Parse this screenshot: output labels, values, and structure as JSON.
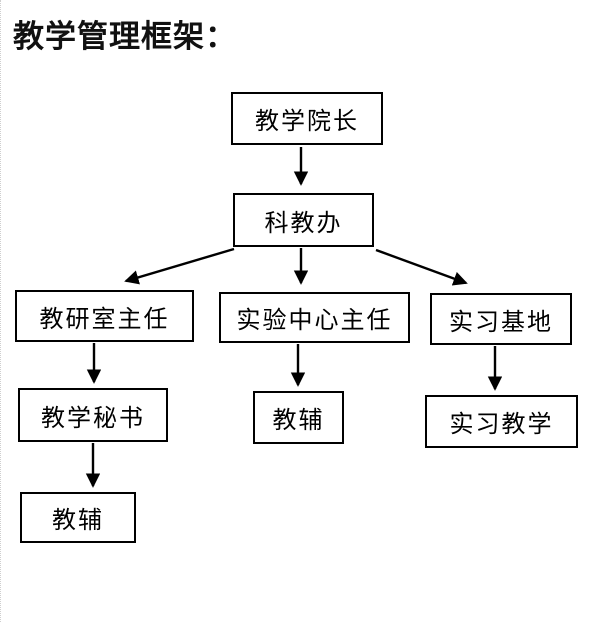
{
  "title": "教学管理框架：",
  "diagram": {
    "type": "org-flowchart",
    "nodes": {
      "dean": {
        "label": "教学院长"
      },
      "science_edu_office": {
        "label": "科教办"
      },
      "teach_research_director": {
        "label": "教研室主任"
      },
      "lab_center_director": {
        "label": "实验中心主任"
      },
      "internship_base": {
        "label": "实习基地"
      },
      "teaching_secretary": {
        "label": "教学秘书"
      },
      "teaching_aide_left": {
        "label": "教辅"
      },
      "teaching_aide_mid": {
        "label": "教辅"
      },
      "internship_teaching": {
        "label": "实习教学"
      }
    },
    "edges": [
      {
        "from": "dean",
        "to": "science_edu_office"
      },
      {
        "from": "science_edu_office",
        "to": "teach_research_director"
      },
      {
        "from": "science_edu_office",
        "to": "lab_center_director"
      },
      {
        "from": "science_edu_office",
        "to": "internship_base"
      },
      {
        "from": "teach_research_director",
        "to": "teaching_secretary"
      },
      {
        "from": "teaching_secretary",
        "to": "teaching_aide_left"
      },
      {
        "from": "lab_center_director",
        "to": "teaching_aide_mid"
      },
      {
        "from": "internship_base",
        "to": "internship_teaching"
      }
    ]
  },
  "colors": {
    "background": "#ffffff",
    "box_border": "#000000",
    "text": "#000000",
    "arrow": "#000000",
    "page_guide_dots": "#cfcfcf"
  }
}
